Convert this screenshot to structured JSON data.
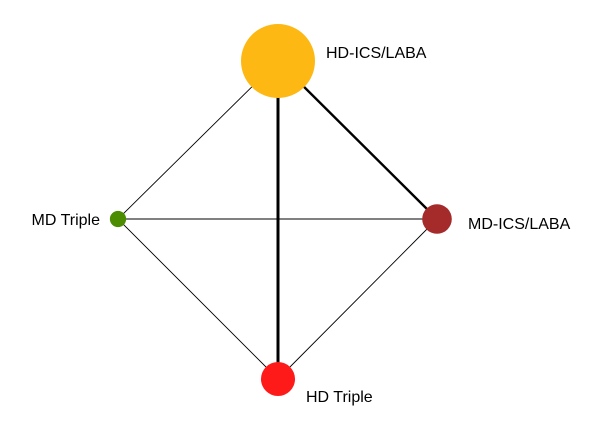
{
  "diagram": {
    "type": "network-graph",
    "nodes": [
      {
        "id": "hd_ics_laba",
        "label": "HD-ICS/LABA",
        "color": "#FDB813",
        "relative_size": 1.0
      },
      {
        "id": "md_ics_laba",
        "label": "MD-ICS/LABA",
        "color": "#A52A2A",
        "relative_size": 0.4
      },
      {
        "id": "md_triple",
        "label": "MD Triple",
        "color": "#4C8C00",
        "relative_size": 0.22
      },
      {
        "id": "hd_triple",
        "label": "HD Triple",
        "color": "#FF1A1A",
        "relative_size": 0.46
      }
    ],
    "edges": [
      {
        "source": "hd_ics_laba",
        "target": "hd_triple",
        "weight": "thick"
      },
      {
        "source": "hd_ics_laba",
        "target": "md_ics_laba",
        "weight": "medium"
      },
      {
        "source": "hd_ics_laba",
        "target": "md_triple",
        "weight": "thin"
      },
      {
        "source": "md_triple",
        "target": "md_ics_laba",
        "weight": "thin"
      },
      {
        "source": "md_triple",
        "target": "hd_triple",
        "weight": "thin"
      },
      {
        "source": "md_ics_laba",
        "target": "hd_triple",
        "weight": "thin"
      }
    ]
  }
}
